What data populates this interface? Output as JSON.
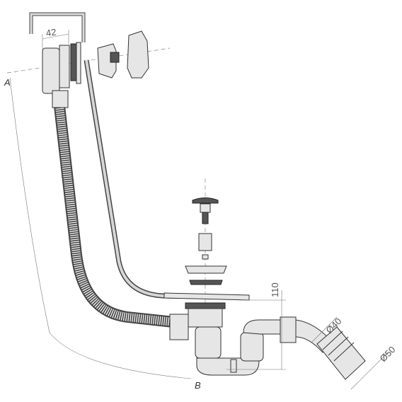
{
  "labels": {
    "dim_42": "42",
    "point_a": "A",
    "point_b": "B",
    "dim_110": "110",
    "dia_40": "Ø40",
    "dia_50": "Ø50"
  },
  "colors": {
    "line": "#333333",
    "part_fill": "#e6e6e6",
    "dark_fill": "#555555"
  }
}
